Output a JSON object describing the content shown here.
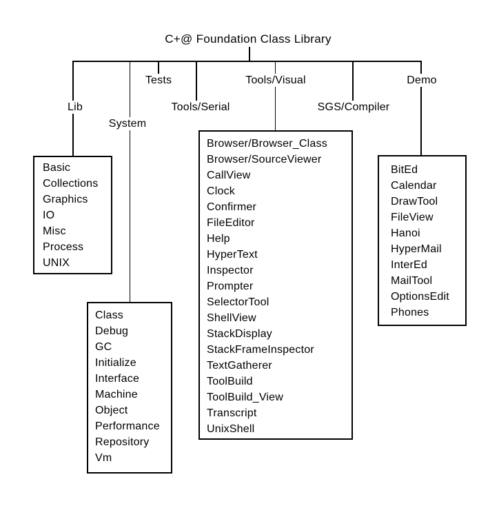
{
  "title": "C+@ Foundation Class Library",
  "colors": {
    "line": "#000000",
    "text": "#000000",
    "background": "#ffffff"
  },
  "nodes": {
    "lib": {
      "label": "Lib"
    },
    "system": {
      "label": "System"
    },
    "tests": {
      "label": "Tests"
    },
    "tools_serial": {
      "label": "Tools/Serial"
    },
    "tools_visual": {
      "label": "Tools/Visual"
    },
    "sgs_compiler": {
      "label": "SGS/Compiler"
    },
    "demo": {
      "label": "Demo"
    }
  },
  "boxes": {
    "lib": {
      "items": [
        "Basic",
        "Collections",
        "Graphics",
        "IO",
        "Misc",
        "Process",
        "UNIX"
      ]
    },
    "system": {
      "items": [
        "Class",
        "Debug",
        "GC",
        "Initialize",
        "Interface",
        "Machine",
        "Object",
        "Performance",
        "Repository",
        "Vm"
      ]
    },
    "tools_visual": {
      "items": [
        "Browser/Browser_Class",
        "Browser/SourceViewer",
        "CallView",
        "Clock",
        "Confirmer",
        "FileEditor",
        "Help",
        "HyperText",
        "Inspector",
        "Prompter",
        "SelectorTool",
        "ShellView",
        "StackDisplay",
        "StackFrameInspector",
        "TextGatherer",
        "ToolBuild",
        "ToolBuild_View",
        "Transcript",
        "UnixShell"
      ]
    },
    "demo": {
      "items": [
        "BitEd",
        "Calendar",
        "DrawTool",
        "FileView",
        "Hanoi",
        "HyperMail",
        "InterEd",
        "MailTool",
        "OptionsEdit",
        "Phones"
      ]
    }
  }
}
